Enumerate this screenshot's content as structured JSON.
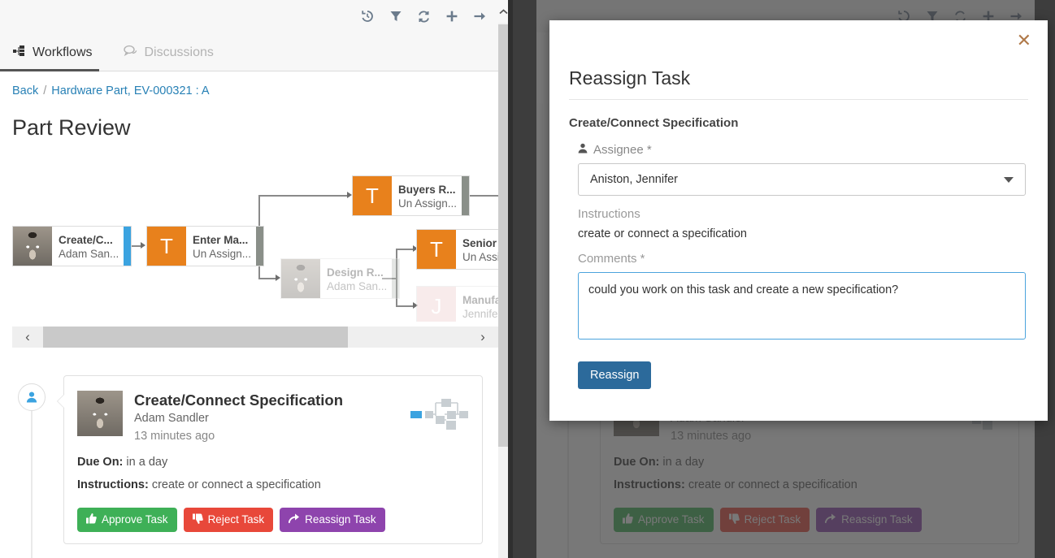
{
  "toolbar": {
    "icons": [
      {
        "name": "history-icon",
        "label": "History"
      },
      {
        "name": "filter-icon",
        "label": "Filter"
      },
      {
        "name": "refresh-icon",
        "label": "Refresh"
      },
      {
        "name": "plus-icon",
        "label": "Add"
      },
      {
        "name": "arrow-right-icon",
        "label": "Go"
      }
    ]
  },
  "tabs": [
    {
      "label": "Workflows",
      "icon": "workflow-icon",
      "active": true
    },
    {
      "label": "Discussions",
      "icon": "comments-icon",
      "active": false
    }
  ],
  "breadcrumb": {
    "back": "Back",
    "separator": "/",
    "current": "Hardware Part, EV-000321 : A"
  },
  "page_title": "Part Review",
  "diagram": {
    "nodes": [
      {
        "id": "create",
        "title": "Create/C...",
        "subtitle": "Adam San...",
        "glyph": "",
        "kind": "photo",
        "bar": "#3ba3e0",
        "dim": false
      },
      {
        "id": "enter",
        "title": "Enter Ma...",
        "subtitle": "Un Assign...",
        "glyph": "T",
        "kind": "orange",
        "bar": "#8a8f89",
        "dim": false
      },
      {
        "id": "buyers",
        "title": "Buyers R...",
        "subtitle": "Un Assign...",
        "glyph": "T",
        "kind": "orange",
        "bar": "#8a8f89",
        "dim": false
      },
      {
        "id": "design",
        "title": "Design R...",
        "subtitle": "Adam San...",
        "glyph": "",
        "kind": "photo",
        "bar": "#b7bdb7",
        "dim": true
      },
      {
        "id": "senior",
        "title": "Senior D",
        "subtitle": "Un Assig",
        "glyph": "T",
        "kind": "orange",
        "bar": "",
        "dim": false
      },
      {
        "id": "manufacturing",
        "title": "Manufa",
        "subtitle": "Jennifer",
        "glyph": "J",
        "kind": "pink",
        "bar": "",
        "dim": true
      }
    ],
    "scroll_prev": "‹",
    "scroll_next": "›"
  },
  "task_card": {
    "title": "Create/Connect Specification",
    "user": "Adam Sandler",
    "time": "13 minutes ago",
    "due_label": "Due On:",
    "due_value": "in a day",
    "instructions_label": "Instructions:",
    "instructions_value": "create or connect a specification",
    "buttons": [
      {
        "label": "Approve Task",
        "icon": "thumbs-up-icon",
        "color": "#3eb057",
        "cls": "green"
      },
      {
        "label": "Reject Task",
        "icon": "thumbs-down-icon",
        "color": "#e8483a",
        "cls": "red"
      },
      {
        "label": "Reassign Task",
        "icon": "share-arrow-icon",
        "color": "#8e44ad",
        "cls": "purple"
      }
    ]
  },
  "modal": {
    "close_label": "✕",
    "title": "Reassign Task",
    "task_name": "Create/Connect Specification",
    "assignee_label": "Assignee *",
    "assignee_value": "Aniston, Jennifer",
    "instructions_label": "Instructions",
    "instructions_value": "create or connect a specification",
    "comments_label": "Comments *",
    "comments_value": "could you work on this task and create a new specification?",
    "submit_label": "Reassign"
  },
  "colors": {
    "accent_blue": "#2780b5",
    "node_orange": "#e8811c",
    "submit_blue": "#2c6a9b",
    "focus_border": "#4ba3dd",
    "overlay": "#3d3d3d"
  }
}
